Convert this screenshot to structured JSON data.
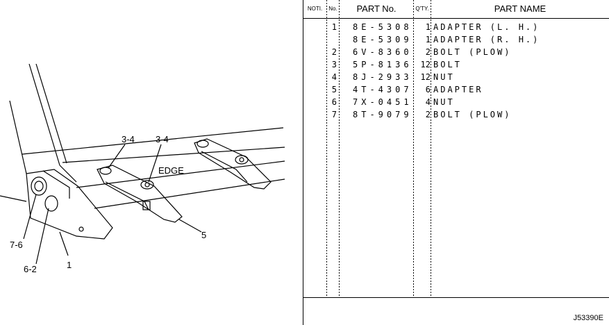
{
  "drawing": {
    "labels": {
      "edge": "EDGE",
      "callout_3_4_a": "3-4",
      "callout_3_4_b": "3-4",
      "callout_5": "5",
      "callout_7_6": "7-6",
      "callout_6_2": "6-2",
      "callout_1": "1"
    }
  },
  "table": {
    "headers": {
      "noti": "NOTI.",
      "no": "No.",
      "part_no": "PART No.",
      "qty": "Q'TY.",
      "part_name": "PART NAME"
    },
    "rows": [
      {
        "no": "1",
        "part_no": "8E-5308",
        "qty": "1",
        "name": "ADAPTER (L. H.)"
      },
      {
        "no": "",
        "part_no": "8E-5309",
        "qty": "1",
        "name": "ADAPTER (R. H.)"
      },
      {
        "no": "2",
        "part_no": "6V-8360",
        "qty": "2",
        "name": "BOLT (PLOW)"
      },
      {
        "no": "3",
        "part_no": "5P-8136",
        "qty": "12",
        "name": "BOLT"
      },
      {
        "no": "4",
        "part_no": "8J-2933",
        "qty": "12",
        "name": "NUT"
      },
      {
        "no": "5",
        "part_no": "4T-4307",
        "qty": "6",
        "name": "ADAPTER"
      },
      {
        "no": "6",
        "part_no": "7X-0451",
        "qty": "4",
        "name": "NUT"
      },
      {
        "no": "7",
        "part_no": "8T-9079",
        "qty": "2",
        "name": "BOLT (PLOW)"
      }
    ]
  },
  "footer": {
    "doc_code": "J53390E"
  }
}
